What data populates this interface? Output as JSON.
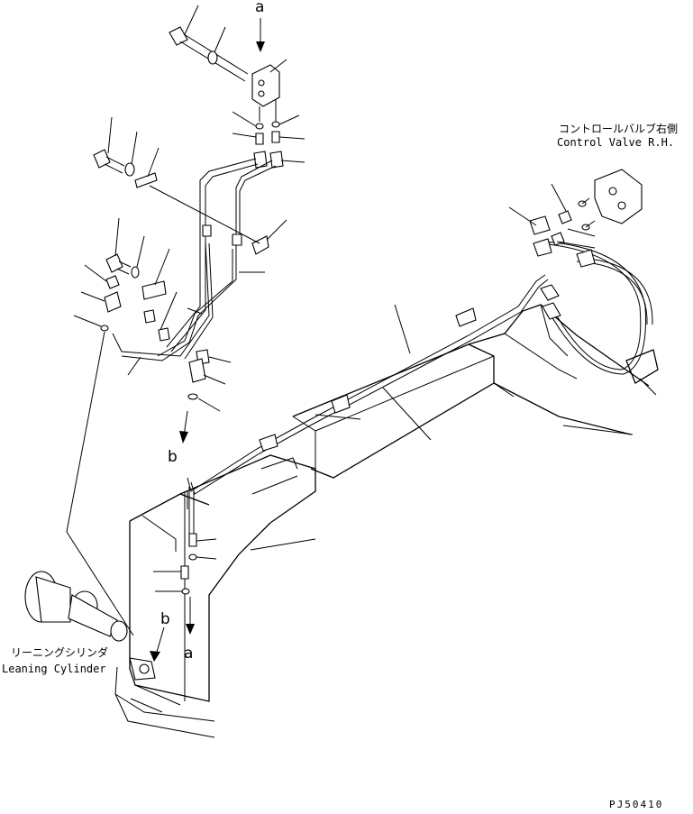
{
  "labels": {
    "control_valve_jp": "コントロールバルブ右側",
    "control_valve_en": "Control Valve R.H.",
    "leaning_cylinder_jp": "リーニングシリンダ",
    "leaning_cylinder_en": "Leaning Cylinder",
    "ref_a_top": "a",
    "ref_a_bottom": "a",
    "ref_b_top": "b",
    "ref_b_bottom": "b",
    "drawing_code": "PJ50410"
  }
}
